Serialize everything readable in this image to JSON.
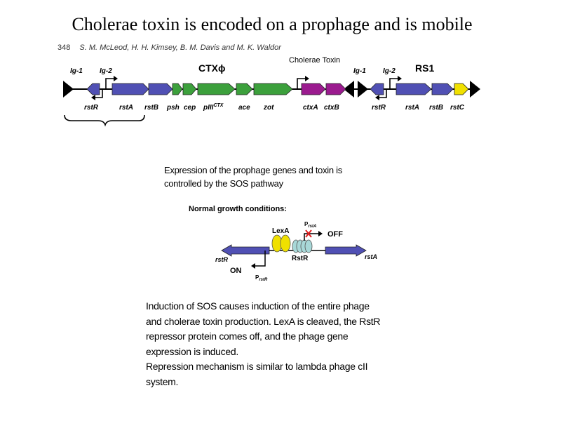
{
  "title": "Cholerae toxin is encoded on a prophage and is mobile",
  "citation": {
    "page": "348",
    "authors": "S. M. McLeod, H. H. Kimsey, B. M. Davis and M. K. Waldor"
  },
  "toxin_label": "Cholerae Toxin",
  "gene_map": {
    "ctx_label": "CTXϕ",
    "rs1_label": "RS1",
    "ig_labels": [
      "Ig-1",
      "Ig-2",
      "Ig-1",
      "Ig-2"
    ],
    "genes": [
      "rstR",
      "rstA",
      "rstB",
      "psh",
      "cep",
      "pIII",
      "ace",
      "zot",
      "ctxA",
      "ctxB",
      "rstR",
      "rstA",
      "rstB",
      "rstC"
    ],
    "pIII_superscript": "CTX",
    "colors": {
      "rst_genes": "#5050b4",
      "phage_genes": "#3ca03c",
      "ctx_genes": "#9b1b8f",
      "rstC": "#f0e000"
    }
  },
  "expression_text": [
    "Expression of the prophage genes and toxin is",
    "controlled by the SOS pathway"
  ],
  "sos_diagram": {
    "heading": "Normal growth conditions:",
    "lexa_label": "LexA",
    "rstr_label": "RstR",
    "prsta_label": "P",
    "prsta_sub": "rstA",
    "prstr_label": "P",
    "prstr_sub": "rstR",
    "off_label": "OFF",
    "on_label": "ON",
    "left_gene": "rstR",
    "right_gene": "rstA",
    "colors": {
      "lexa": "#f0e000",
      "rstr": "#a8d8d8",
      "arrows": "#5050b4",
      "block": "#e02020"
    }
  },
  "induction_text": [
    "Induction of SOS causes induction of the entire phage",
    "and cholerae toxin production.  LexA is cleaved, the RstR",
    "repressor protein comes off, and the phage gene",
    "expression is induced.",
    "Repression mechanism is similar to lambda phage cII",
    "system."
  ]
}
